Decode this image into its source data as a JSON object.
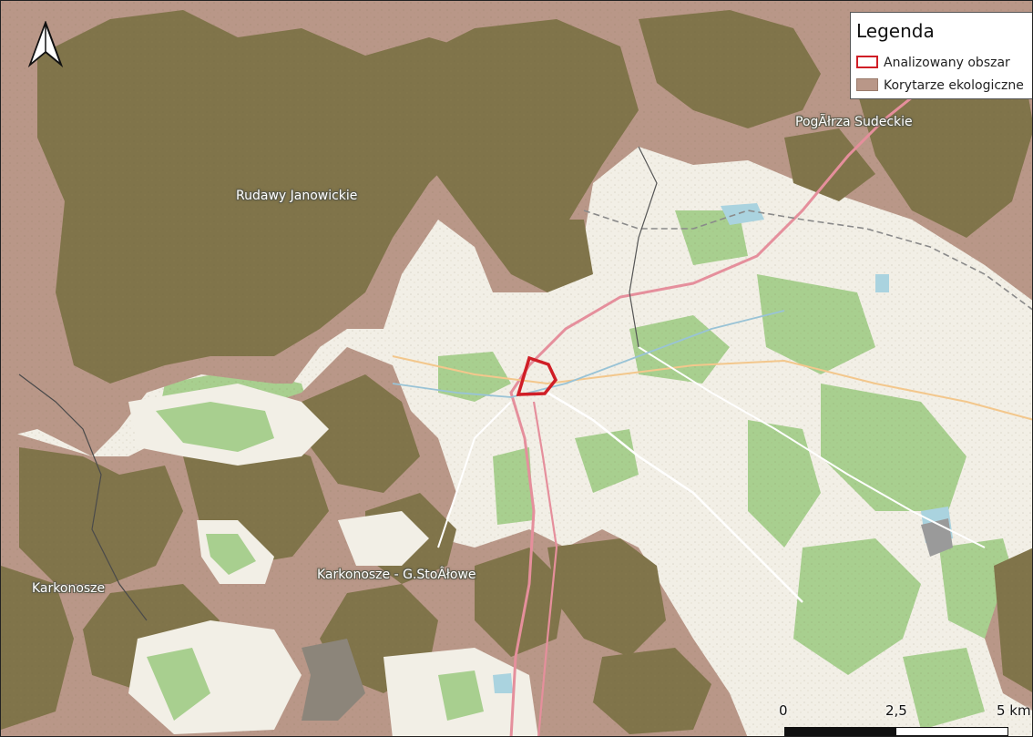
{
  "map": {
    "labels": {
      "rudawy": "Rudawy Janowickie",
      "pogorza": "PogÃłrza Sudeckie",
      "karkonosze": "Karkonosze",
      "karkonosze_gs": "Karkonosze - G.StoÂłowe"
    }
  },
  "legend": {
    "title": "Legenda",
    "items": [
      {
        "label": "Analizowany obszar",
        "symbol": "red-outline",
        "color": "#d01e26"
      },
      {
        "label": "Korytarze ekologiczne",
        "symbol": "fill",
        "color": "#b99788"
      }
    ]
  },
  "scalebar": {
    "ticks": [
      "0",
      "2,5",
      "5 km"
    ]
  },
  "colors": {
    "corridor": "#b99788",
    "forest_in_corridor": "#80744a",
    "forest": "#a8cf8f",
    "open_land": "#f2efe6",
    "study_area_outline": "#d01e26",
    "motorway": "#e58f9c"
  },
  "north_arrow": {
    "icon": "north-arrow-icon"
  }
}
